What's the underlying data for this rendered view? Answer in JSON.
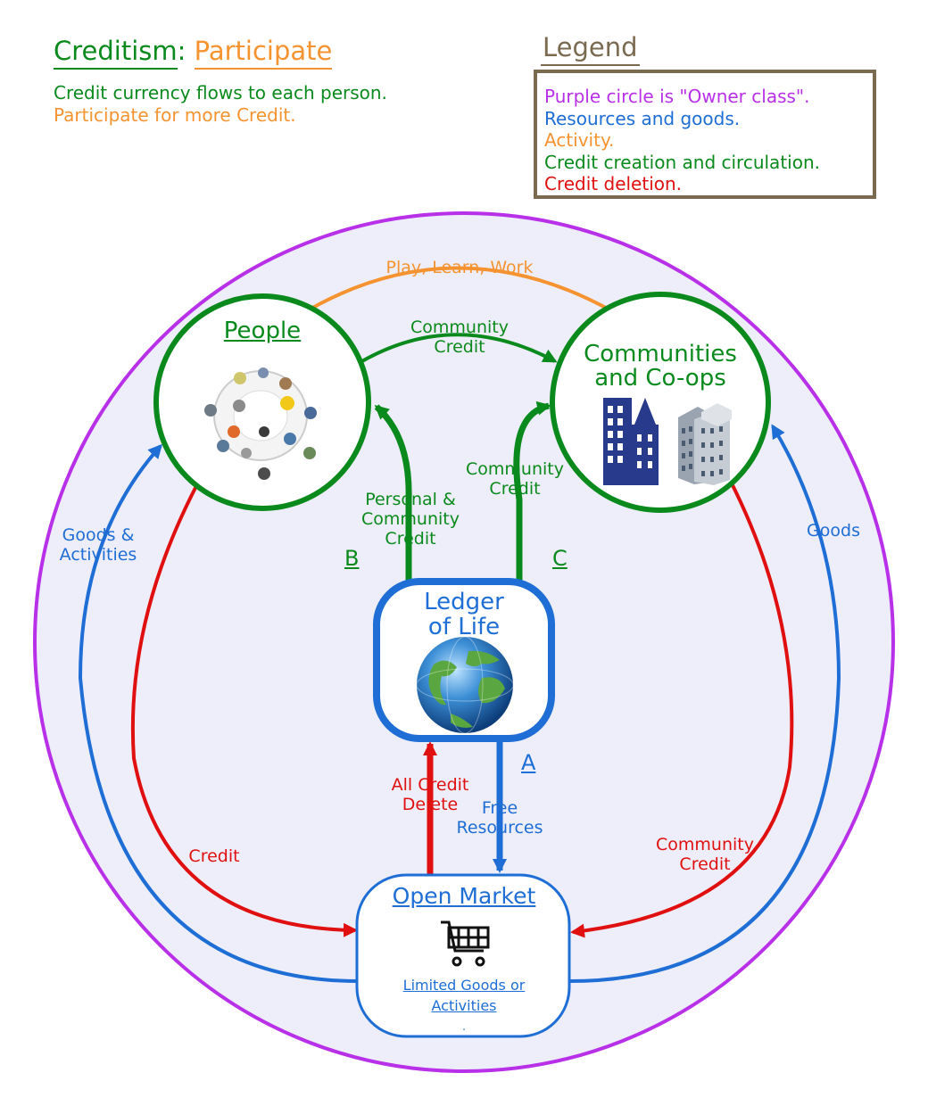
{
  "header": {
    "title_left": "Creditism",
    "title_sep": ":",
    "title_right": "Participate",
    "subtitle_1": "Credit currency flows to each person.",
    "subtitle_2": "Participate for more Credit."
  },
  "legend": {
    "title": "Legend",
    "items": [
      {
        "text": "Purple circle is \"Owner class\".",
        "color": "#b830e8"
      },
      {
        "text": "Resources and goods.",
        "color": "#1e6ed6"
      },
      {
        "text": "Activity.",
        "color": "#f59331"
      },
      {
        "text": "Credit creation and circulation.",
        "color": "#0a8a1c"
      },
      {
        "text": "Credit deletion.",
        "color": "#e01010"
      }
    ]
  },
  "nodes": {
    "people": {
      "title": "People"
    },
    "communities": {
      "title_line1": "Communities",
      "title_line2": "and Co-ops"
    },
    "ledger": {
      "title_line1": "Ledger",
      "title_line2": "of Life"
    },
    "market": {
      "title": "Open Market",
      "caption_line1": "Limited Goods or",
      "caption_line2": "Activities",
      "dot": "."
    }
  },
  "flows": {
    "play": "Play, Learn, Work",
    "community_credit_top": [
      "Community",
      "Credit"
    ],
    "personal_community": [
      "Personal &",
      "Community",
      "Credit"
    ],
    "community_credit_mid": [
      "Community",
      "Credit"
    ],
    "letter_b": "B",
    "letter_c": "C",
    "letter_a": "A",
    "goods_activities": [
      "Goods &",
      "Activities"
    ],
    "goods": "Goods",
    "credit": "Credit",
    "community_credit_red": [
      "Community",
      "Credit"
    ],
    "all_credit_delete": [
      "All Credit",
      "Delete"
    ],
    "free_resources": [
      "Free",
      "Resources"
    ]
  },
  "colors": {
    "purple": "#b830e8",
    "blue": "#1e6ed6",
    "orange": "#f59331",
    "green": "#0a8a1c",
    "red": "#e01010",
    "legend_border": "#7a6a50",
    "fill": "#eeeefa"
  }
}
